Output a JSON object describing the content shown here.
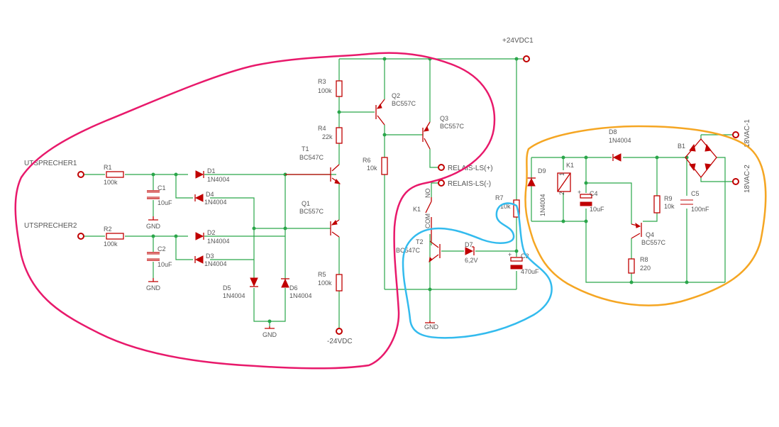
{
  "colors": {
    "wire": "#2aa64a",
    "component": "#c00000",
    "label": "#555555",
    "outline_pink": "#e8196b",
    "outline_orange": "#f5a623",
    "outline_blue": "#33bbee"
  },
  "ports": {
    "speaker1": "UTSPRECHER1",
    "speaker2": "UTSPRECHER2",
    "plus24": "+24VDC1",
    "minus24": "-24VDC",
    "relais_plus": "RELAIS-LS(+)",
    "relais_minus": "RELAIS-LS(-)",
    "vac1": "18VAC-1",
    "vac2": "18VAC-2"
  },
  "components": {
    "R1": {
      "ref": "R1",
      "value": "100k"
    },
    "R2": {
      "ref": "R2",
      "value": "100k"
    },
    "C1": {
      "ref": "C1",
      "value": "10uF"
    },
    "C2": {
      "ref": "C2",
      "value": "10uF"
    },
    "D1": {
      "ref": "D1",
      "value": "1N4004"
    },
    "D2": {
      "ref": "D2",
      "value": "1N4004"
    },
    "D3": {
      "ref": "D3",
      "value": "1N4004"
    },
    "D4": {
      "ref": "D4",
      "value": "1N4004"
    },
    "D5": {
      "ref": "D5",
      "value": "1N4004"
    },
    "D6": {
      "ref": "D6",
      "value": "1N4004"
    },
    "T1": {
      "ref": "T1",
      "value": "BC547C"
    },
    "Q1": {
      "ref": "Q1",
      "value": "BC557C"
    },
    "R3": {
      "ref": "R3",
      "value": "100k"
    },
    "R4": {
      "ref": "R4",
      "value": "22k"
    },
    "R5": {
      "ref": "R5",
      "value": "100k"
    },
    "Q2": {
      "ref": "Q2",
      "value": "BC557C"
    },
    "Q3": {
      "ref": "Q3",
      "value": "BC557C"
    },
    "R6": {
      "ref": "R6",
      "value": "10k"
    },
    "K1": {
      "ref": "K1",
      "no": "NO",
      "com": "COM"
    },
    "T2": {
      "ref": "T2",
      "value": "BC547C"
    },
    "D7": {
      "ref": "D7",
      "value": "6,2V"
    },
    "R7": {
      "ref": "R7",
      "value": "10k"
    },
    "C3": {
      "ref": "C3",
      "value": "470uF"
    },
    "D9": {
      "ref": "D9",
      "value": "1N4004"
    },
    "K1coil": {
      "ref": "K1",
      "pin1": "1",
      "pin2": "2"
    },
    "C4": {
      "ref": "C4",
      "value": "10uF"
    },
    "D8": {
      "ref": "D8",
      "value": "1N4004"
    },
    "R9": {
      "ref": "R9",
      "value": "10k"
    },
    "Q4": {
      "ref": "Q4",
      "value": "BC557C"
    },
    "R8": {
      "ref": "R8",
      "value": "220"
    },
    "C5": {
      "ref": "C5",
      "value": "100nF"
    },
    "B1": {
      "ref": "B1"
    }
  },
  "gnd_label": "GND"
}
